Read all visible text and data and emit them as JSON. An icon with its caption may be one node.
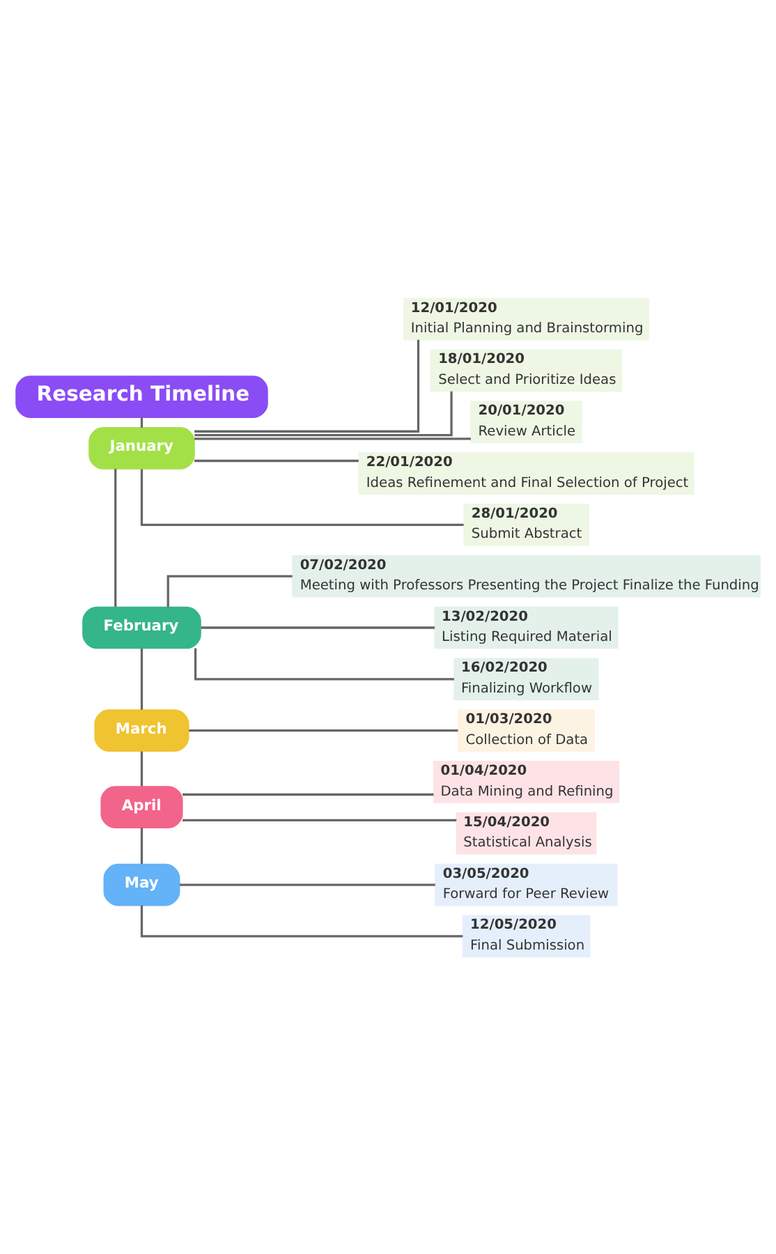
{
  "diagram": {
    "nodes": [
      {
        "text": [
          "Research Timeline"
        ]
      },
      {
        "text": [
          "January"
        ]
      },
      {
        "text": [
          "12/01/2020",
          "Initial Planning and Brainstorming"
        ]
      },
      {
        "text": [
          "18/01/2020",
          "Select and Prioritize Ideas"
        ]
      },
      {
        "text": [
          "20/01/2020",
          "Review Article"
        ]
      },
      {
        "text": [
          "22/01/2020",
          "Ideas Refinement and Final Selection of Project"
        ]
      },
      {
        "text": [
          "28/01/2020",
          "Submit Abstract"
        ]
      },
      {
        "text": [
          "February"
        ]
      },
      {
        "text": [
          "07/02/2020",
          "Meeting with Professors Presenting the Project Finalize the Funding"
        ]
      },
      {
        "text": [
          "13/02/2020",
          "Listing Required Material"
        ]
      },
      {
        "text": [
          "16/02/2020",
          "Finalizing Workflow"
        ]
      },
      {
        "text": [
          "March"
        ]
      },
      {
        "text": [
          "01/03/2020",
          "Collection of Data"
        ]
      },
      {
        "text": [
          "April"
        ]
      },
      {
        "text": [
          "01/04/2020",
          "Data Mining and Refining"
        ]
      },
      {
        "text": [
          "15/04/2020",
          "Statistical Analysis"
        ]
      },
      {
        "text": [
          "May"
        ]
      },
      {
        "text": [
          "03/05/2020",
          "Forward for Peer Review"
        ]
      },
      {
        "text": [
          "12/05/2020",
          "Final Submission"
        ]
      }
    ],
    "edges": [
      {
        "from": 0,
        "to": 1,
        "arrow": "none"
      },
      {
        "from": 1,
        "to": 7,
        "arrow": "none"
      },
      {
        "from": 7,
        "to": 11,
        "arrow": "none"
      },
      {
        "from": 11,
        "to": 13,
        "arrow": "none"
      },
      {
        "from": 13,
        "to": 16,
        "arrow": "none"
      },
      {
        "from": 1,
        "to": 2,
        "arrow": "none"
      },
      {
        "from": 1,
        "to": 3,
        "arrow": "none"
      },
      {
        "from": 1,
        "to": 4,
        "arrow": "none"
      },
      {
        "from": 1,
        "to": 5,
        "arrow": "none"
      },
      {
        "from": 1,
        "to": 6,
        "arrow": "none"
      },
      {
        "from": 7,
        "to": 8,
        "arrow": "none"
      },
      {
        "from": 7,
        "to": 9,
        "arrow": "none"
      },
      {
        "from": 7,
        "to": 10,
        "arrow": "none"
      },
      {
        "from": 11,
        "to": 12,
        "arrow": "none"
      },
      {
        "from": 13,
        "to": 14,
        "arrow": "none"
      },
      {
        "from": 13,
        "to": 15,
        "arrow": "none"
      },
      {
        "from": 16,
        "to": 17,
        "arrow": "none"
      },
      {
        "from": 16,
        "to": 18,
        "arrow": "none"
      }
    ]
  }
}
